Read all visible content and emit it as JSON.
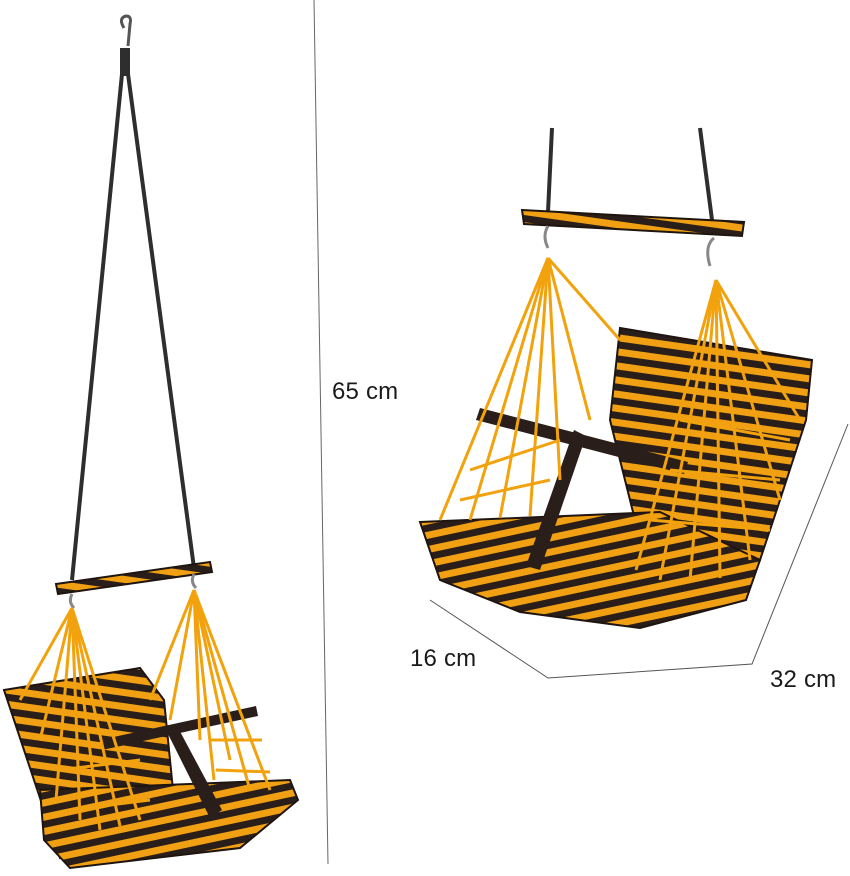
{
  "dimensions": {
    "height": "65 cm",
    "depth": "16 cm",
    "width": "32 cm"
  },
  "colors": {
    "rope": "#f2a20c",
    "stripe_dark": "#2a1e1a",
    "stripe_yellow": "#f0a012",
    "chain": "#3a3a3a",
    "guide_line": "#555555"
  }
}
